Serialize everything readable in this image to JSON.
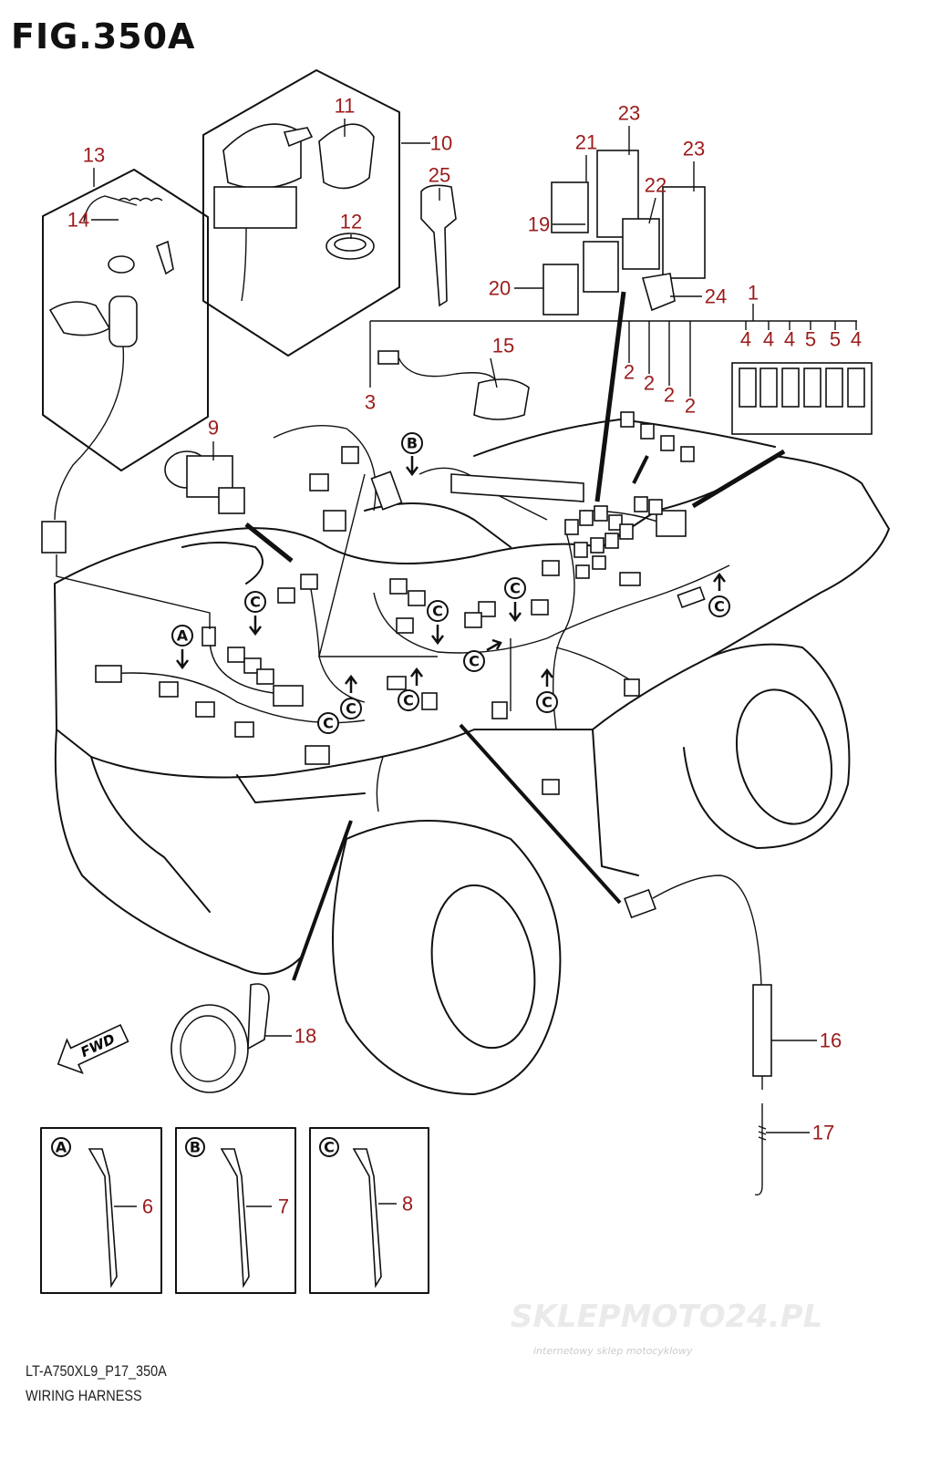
{
  "figure_title": "FIG.350A",
  "footer": {
    "code": "LT-A750XL9_P17_350A",
    "name": "WIRING HARNESS"
  },
  "watermark": {
    "main": "SKLEPMOTO24.PL",
    "sub": "internetowy sklep motocyklowy"
  },
  "fwd_label": "FWD",
  "callout_color": "#9b1b1b",
  "callouts": {
    "c1": "1",
    "c2": "2",
    "c3": "3",
    "c4": "4",
    "c5": "5",
    "c6": "6",
    "c7": "7",
    "c8": "8",
    "c9": "9",
    "c10": "10",
    "c11": "11",
    "c12": "12",
    "c13": "13",
    "c14": "14",
    "c15": "15",
    "c16": "16",
    "c17": "17",
    "c18": "18",
    "c19": "19",
    "c20": "20",
    "c21": "21",
    "c22": "22",
    "c23": "23",
    "c24": "24",
    "c25": "25"
  },
  "ref_letters": {
    "a": "A",
    "b": "B",
    "c": "C"
  },
  "detail_boxes": [
    {
      "letter": "A",
      "part": "6"
    },
    {
      "letter": "B",
      "part": "7"
    },
    {
      "letter": "C",
      "part": "8"
    }
  ]
}
